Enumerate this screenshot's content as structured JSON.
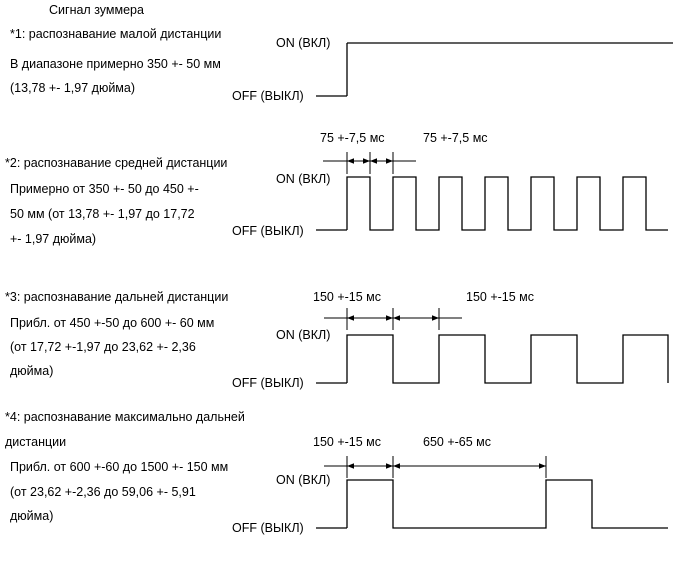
{
  "title": "Сигнал зуммера",
  "on_label": "ON (ВКЛ)",
  "off_label": "OFF (ВЫКЛ)",
  "sections": [
    {
      "id": 1,
      "heading": "*1: распознавание малой дистанции",
      "description": [
        "В диапазоне примерно 350 +- 50 мм",
        "(13,78 +- 1,97 дюйма)"
      ],
      "signal": "continuous-on",
      "timing_labels": []
    },
    {
      "id": 2,
      "heading": "*2: распознавание средней дистанции",
      "description": [
        "Примерно от 350 +- 50 до 450 +-",
        "50 мм (от 13,78 +- 1,97 до 17,72",
        "+- 1,97 дюйма)"
      ],
      "signal": "pulse",
      "on_ms": 75,
      "off_ms": 75,
      "timing_labels": [
        "75 +-7,5 мс",
        "75 +-7,5 мс"
      ]
    },
    {
      "id": 3,
      "heading": "*3: распознавание дальней дистанции",
      "description": [
        "Прибл. от 450 +-50 до 600 +- 60 мм",
        "(от 17,72 +-1,97 до 23,62 +- 2,36",
        "дюйма)"
      ],
      "signal": "pulse",
      "on_ms": 150,
      "off_ms": 150,
      "timing_labels": [
        "150 +-15 мс",
        "150 +-15 мс"
      ]
    },
    {
      "id": 4,
      "heading": "*4: распознавание максимально дальней",
      "heading_cont": "дистанции",
      "description": [
        "Прибл. от 600 +-60 до 1500 +- 150 мм",
        "(от 23,62 +-2,36 до 59,06 +- 5,91",
        "дюйма)"
      ],
      "signal": "pulse",
      "on_ms": 150,
      "off_ms": 650,
      "timing_labels": [
        "150 +-15 мс",
        "650 +-65 мс"
      ]
    }
  ]
}
